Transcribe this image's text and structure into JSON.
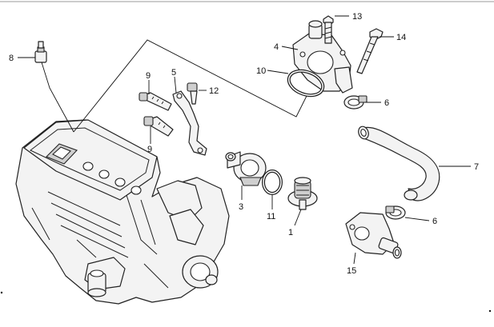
{
  "callouts": {
    "c1": "1",
    "c3": "3",
    "c4": "4",
    "c5": "5",
    "c6a": "6",
    "c6b": "6",
    "c7": "7",
    "c8": "8",
    "c9a": "9",
    "c9b": "9",
    "c10": "10",
    "c11": "11",
    "c12": "12",
    "c13": "13",
    "c14": "14",
    "c15": "15"
  },
  "colors": {
    "line": "#222222",
    "fill": "#f3f3f3",
    "shade": "#cfcfcf"
  }
}
